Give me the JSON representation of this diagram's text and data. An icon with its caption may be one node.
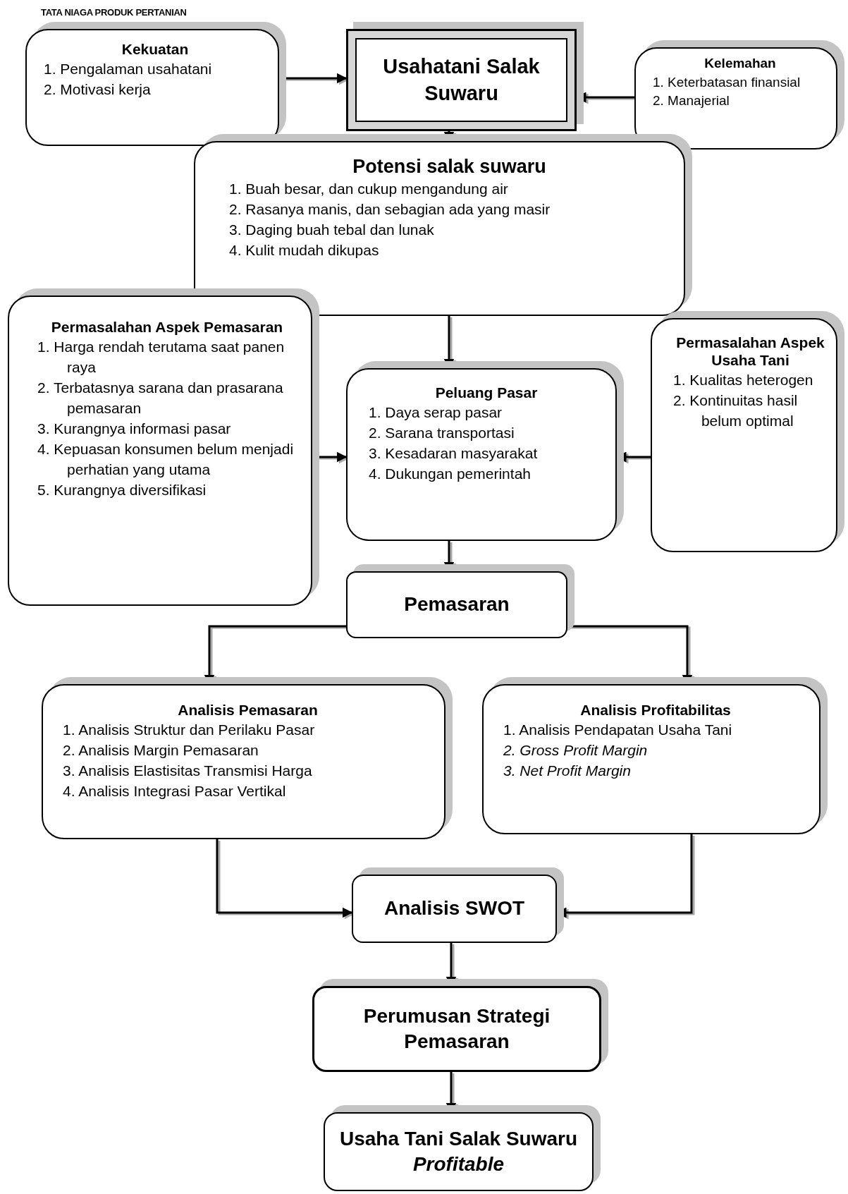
{
  "diagram": {
    "title": "TATA NIAGA PRODUK PERTANIAN",
    "nodes": [
      {
        "text": [
          "Kekuatan",
          "1. Pengalaman usahatani",
          "2. Motivasi kerja"
        ]
      },
      {
        "text": [
          "Usahatani Salak Suwaru"
        ]
      },
      {
        "text": [
          "Kelemahan",
          "1. Keterbatasan finansial",
          "2. Manajerial"
        ]
      },
      {
        "text": [
          "Potensi salak suwaru",
          "1. Buah besar, dan cukup mengandung air",
          "2. Rasanya manis, dan sebagian ada yang masir",
          "3. Daging buah tebal dan lunak",
          "4. Kulit mudah dikupas"
        ]
      },
      {
        "text": [
          "Permasalahan Aspek Pemasaran",
          "1. Harga rendah terutama saat panen raya",
          "2. Terbatasnya sarana dan prasarana pemasaran",
          "3. Kurangnya informasi pasar",
          "4. Kepuasan konsumen belum menjadi perhatian yang utama",
          "5. Kurangnya diversifikasi"
        ]
      },
      {
        "text": [
          "Peluang Pasar",
          "1. Daya serap pasar",
          "2. Sarana transportasi",
          "3. Kesadaran masyarakat",
          "4. Dukungan pemerintah"
        ]
      },
      {
        "text": [
          "Permasalahan Aspek Usaha Tani",
          "1. Kualitas heterogen",
          "2. Kontinuitas hasil belum optimal"
        ]
      },
      {
        "text": [
          "Pemasaran"
        ]
      },
      {
        "text": [
          "Analisis Pemasaran",
          "1. Analisis Struktur dan Perilaku Pasar",
          "2. Analisis Margin Pemasaran",
          "3. Analisis Elastisitas Transmisi Harga",
          "4. Analisis Integrasi Pasar Vertikal"
        ]
      },
      {
        "text": [
          "Analisis Profitabilitas",
          "1. Analisis Pendapatan Usaha Tani",
          "*2. Gross Profit Margin*",
          "*3. Net Profit Margin*"
        ]
      },
      {
        "text": [
          "Analisis SWOT"
        ]
      },
      {
        "text": [
          "Perumusan Strategi Pemasaran"
        ]
      },
      {
        "text": [
          "Usaha Tani Salak Suwaru *Profitable*"
        ]
      }
    ],
    "edges": [
      {
        "from": 0,
        "to": 1,
        "arrow": "to"
      },
      {
        "from": 2,
        "to": 1,
        "arrow": "to"
      },
      {
        "from": 1,
        "to": 3,
        "arrow": "to"
      },
      {
        "from": 3,
        "to": 5,
        "arrow": "to"
      },
      {
        "from": 4,
        "to": 5,
        "arrow": "to"
      },
      {
        "from": 6,
        "to": 5,
        "arrow": "to"
      },
      {
        "from": 5,
        "to": 7,
        "arrow": "to"
      },
      {
        "from": 7,
        "to": 8,
        "arrow": "to"
      },
      {
        "from": 7,
        "to": 9,
        "arrow": "to"
      },
      {
        "from": 8,
        "to": 10,
        "arrow": "to"
      },
      {
        "from": 9,
        "to": 10,
        "arrow": "to"
      },
      {
        "from": 10,
        "to": 11,
        "arrow": "to"
      },
      {
        "from": 11,
        "to": 12,
        "arrow": "to"
      }
    ]
  }
}
